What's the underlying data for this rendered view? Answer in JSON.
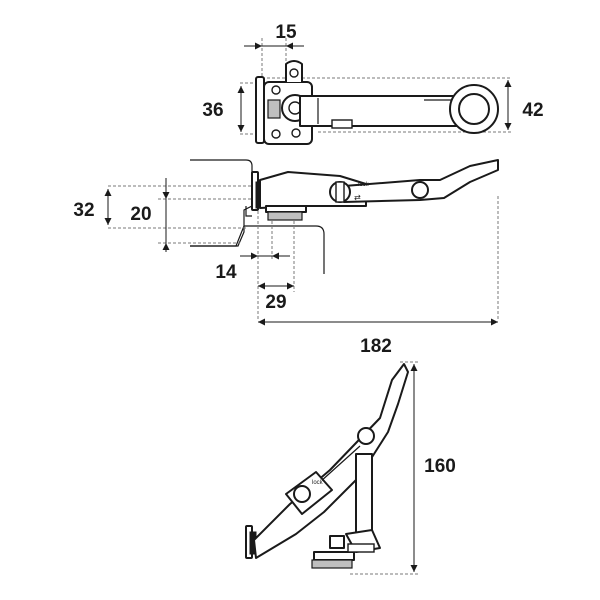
{
  "dimensions": {
    "d15": "15",
    "d36": "36",
    "d42": "42",
    "d32": "32",
    "d20": "20",
    "d14": "14",
    "d29": "29",
    "d182": "182",
    "d160": "160"
  },
  "stamp": {
    "lock": "lock",
    "arrows": "⇄"
  },
  "colors": {
    "line": "#1a1a1a",
    "dash": "#7a7a7a",
    "fill": "#ffffff",
    "shade": "#bfbfbf"
  }
}
